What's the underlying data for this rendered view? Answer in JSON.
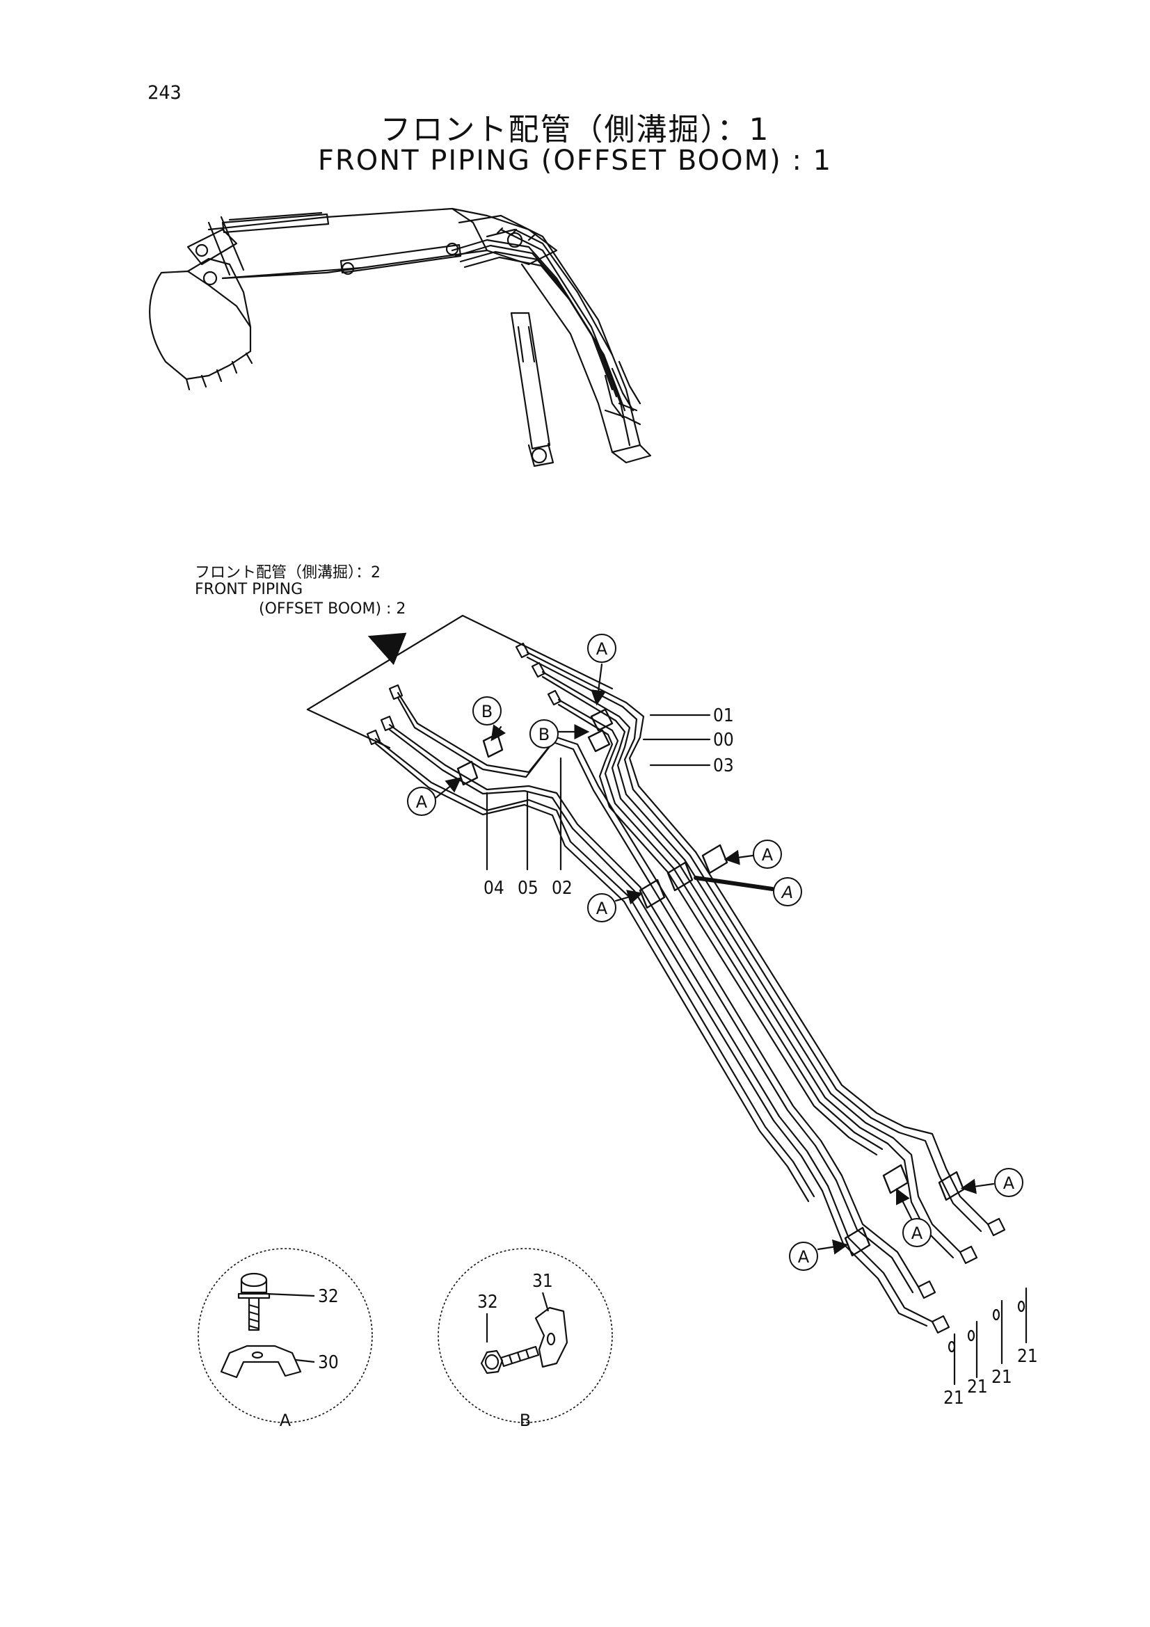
{
  "page_number": "243",
  "title_ja": "フロント配管（側溝掘）：1",
  "title_en": "FRONT PIPING (OFFSET BOOM) : 1",
  "reference": {
    "ja": "フロント配管（側溝掘）：2",
    "en_line1": "FRONT PIPING",
    "en_line2": "(OFFSET BOOM) : 2"
  },
  "callouts": {
    "a": "A",
    "b": "B"
  },
  "part_numbers": {
    "p01": "01",
    "p00": "00",
    "p03": "03",
    "p04": "04",
    "p05": "05",
    "p02": "02",
    "p21": "21",
    "p30": "30",
    "p31": "31",
    "p32": "32"
  },
  "detail_labels": {
    "a": "A",
    "b": "B"
  },
  "colors": {
    "line": "#111111",
    "background": "#ffffff"
  }
}
